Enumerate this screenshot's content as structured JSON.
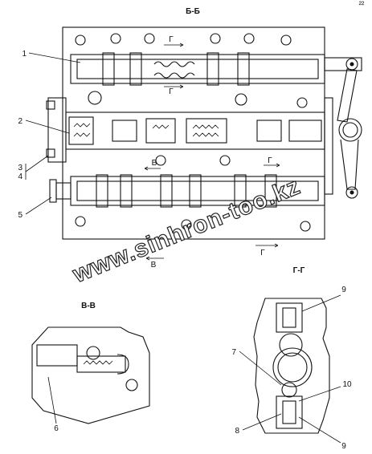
{
  "views": {
    "main": {
      "title": "Б-Б"
    },
    "section_vv": {
      "title": "В-В"
    },
    "section_gg": {
      "title": "Г-Г"
    }
  },
  "cut_marks": {
    "g_top": "Г",
    "g_mid": "Г",
    "g_bottom": "Г",
    "v_mid": "В",
    "v_bottom": "В"
  },
  "callouts": {
    "c1": "1",
    "c2": "2",
    "c3": "3",
    "c4": "4",
    "c5": "5",
    "c6": "6",
    "c7": "7",
    "c8": "8",
    "c9_top": "9",
    "c9_bottom": "9",
    "c10": "10"
  },
  "corner_mark": "²²",
  "watermark": "www.sinhron-too.kz",
  "colors": {
    "ink": "#111111",
    "paper": "#ffffff",
    "hatch": "#333333"
  }
}
